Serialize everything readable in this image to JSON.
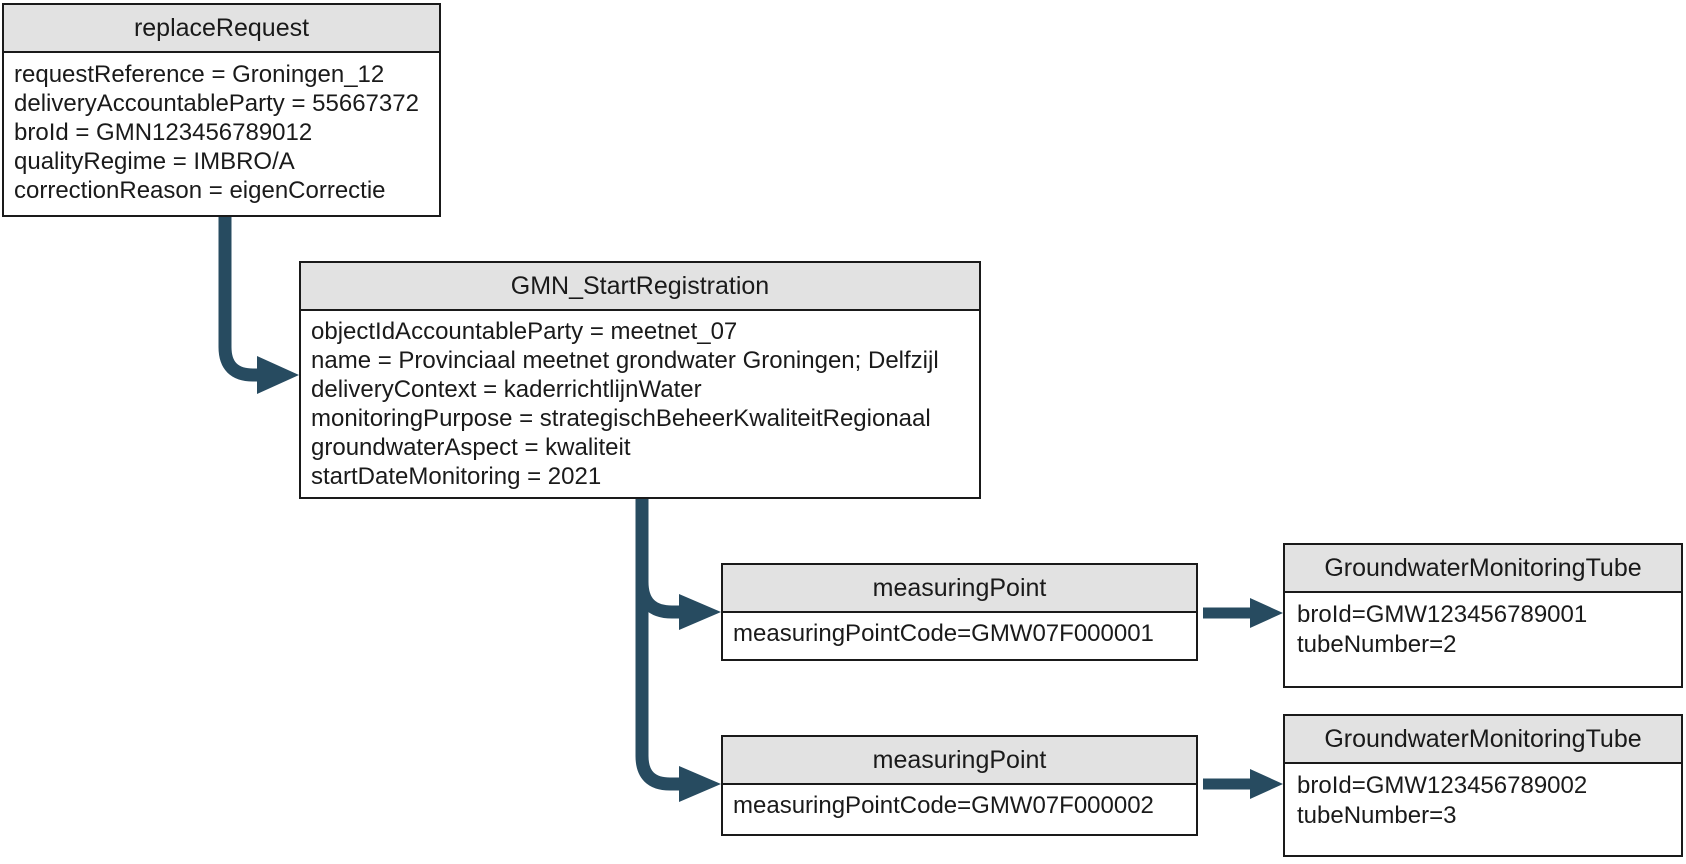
{
  "diagram": {
    "background_color": "#ffffff",
    "arrow_color": "#274b60",
    "header_fill_color": "#e2e2e2",
    "border_color": "#1a1a1a",
    "boxes": {
      "replace_request": {
        "title": "replaceRequest",
        "attributes": [
          "requestReference = Groningen_12",
          "deliveryAccountableParty = 55667372",
          "broId = GMN123456789012",
          "qualityRegime = IMBRO/A",
          "correctionReason = eigenCorrectie"
        ]
      },
      "gmn_start_registration": {
        "title": "GMN_StartRegistration",
        "attributes": [
          "objectIdAccountableParty = meetnet_07",
          "name = Provinciaal meetnet grondwater Groningen; Delfzijl",
          "deliveryContext = kaderrichtlijnWater",
          "monitoringPurpose = strategischBeheerKwaliteitRegionaal",
          "groundwaterAspect = kwaliteit",
          "startDateMonitoring = 2021"
        ]
      },
      "measuring_point_1": {
        "title": "measuringPoint",
        "attributes": [
          "measuringPointCode=GMW07F000001"
        ]
      },
      "measuring_point_2": {
        "title": "measuringPoint",
        "attributes": [
          "measuringPointCode=GMW07F000002"
        ]
      },
      "tube_1": {
        "title": "GroundwaterMonitoringTube",
        "attributes": [
          "broId=GMW123456789001",
          "tubeNumber=2"
        ]
      },
      "tube_2": {
        "title": "GroundwaterMonitoringTube",
        "attributes": [
          "broId=GMW123456789002",
          "tubeNumber=3"
        ]
      }
    }
  }
}
